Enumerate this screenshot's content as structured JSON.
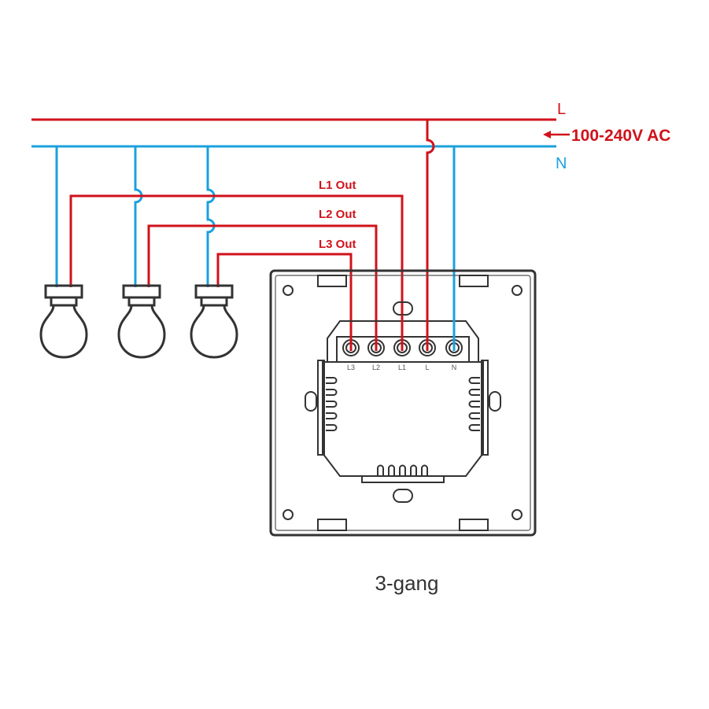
{
  "diagram": {
    "title": "3-gang",
    "supply": {
      "live_label": "L",
      "neutral_label": "N",
      "voltage_label": "100-240V AC",
      "arrow_icon": "left-arrow"
    },
    "outputs": [
      {
        "label": "L1 Out"
      },
      {
        "label": "L2 Out"
      },
      {
        "label": "L3 Out"
      }
    ],
    "terminals": [
      "L3",
      "L2",
      "L1",
      "L",
      "N"
    ],
    "bulbs": [
      {
        "name": "bulb-1"
      },
      {
        "name": "bulb-2"
      },
      {
        "name": "bulb-3"
      }
    ],
    "colors": {
      "live": "#d0121b",
      "neutral": "#1ba1dc",
      "device": "#333333",
      "caption": "#333333"
    }
  }
}
